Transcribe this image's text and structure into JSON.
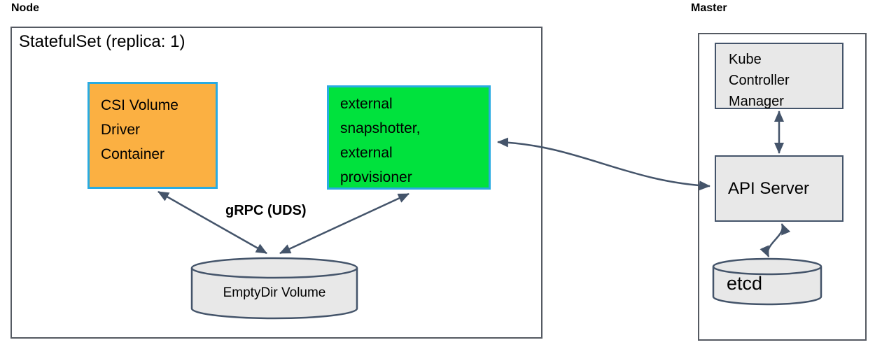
{
  "node": {
    "label": "Node",
    "statefulset_title": "StatefulSet (replica: 1)",
    "csi_box_text": "CSI Volume\nDriver\nContainer",
    "sidecar_box_text": "external\nsnapshotter,\nexternal\nprovisioner",
    "grpc_label": "gRPC (UDS)",
    "emptydir_label": "EmptyDir Volume"
  },
  "master": {
    "label": "Master",
    "kcm_box_text": "Kube\nController\nManager",
    "api_server_text": "API Server",
    "etcd_label": "etcd"
  },
  "colors": {
    "csi_fill": "#FBB042",
    "sidecar_fill": "#00E23D",
    "container_border_cyan": "#29ABE2",
    "gray_fill": "#E8E8E8",
    "line_dark_slate": "#44546A",
    "outer_border_gray": "#555A62"
  }
}
